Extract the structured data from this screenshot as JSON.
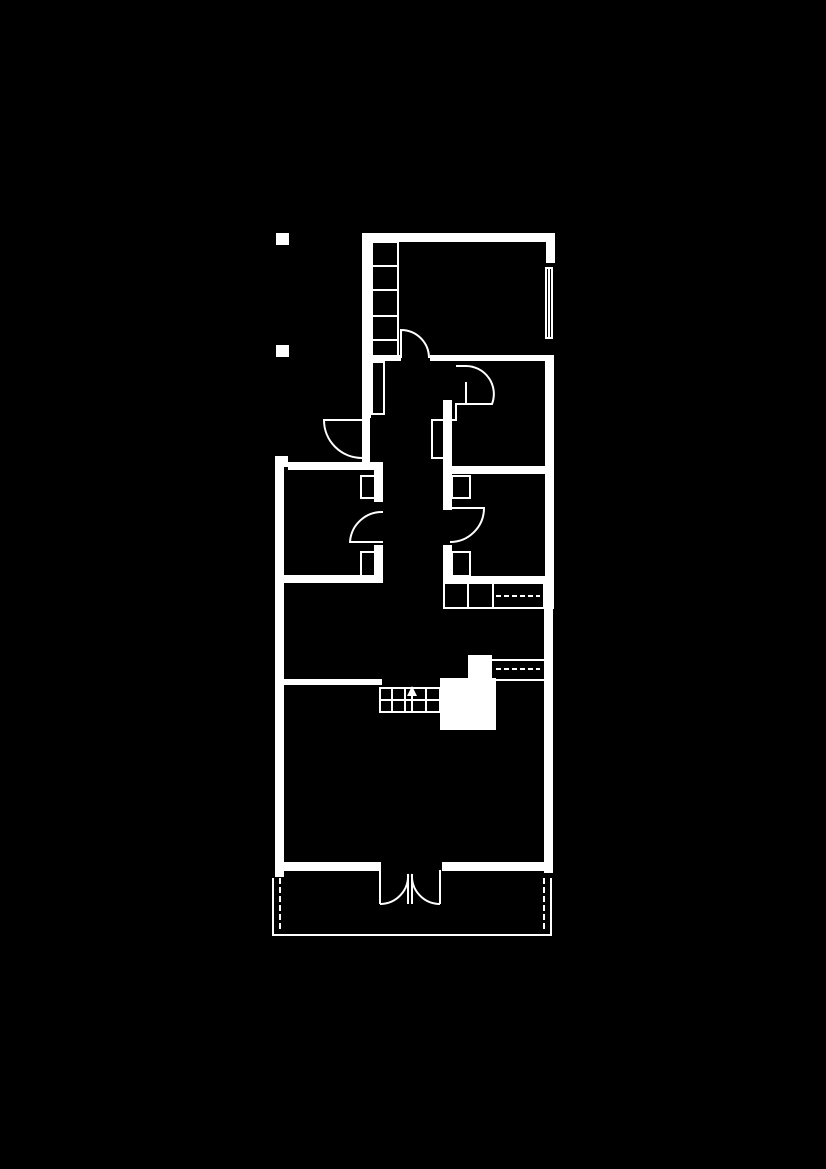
{
  "colors": {
    "background": "#000000",
    "ink": "#ffffff"
  },
  "plan": {
    "kind": "architectural floor plan",
    "text_labels": [],
    "rooms": [
      {
        "name": "room-top-right"
      },
      {
        "name": "room-middle-right"
      },
      {
        "name": "room-left-bedroom"
      },
      {
        "name": "room-right-bedroom"
      },
      {
        "name": "corridor"
      },
      {
        "name": "living-area"
      },
      {
        "name": "veranda"
      }
    ],
    "icons": [
      "door-swing",
      "window",
      "stair-arrow",
      "column-post"
    ]
  }
}
